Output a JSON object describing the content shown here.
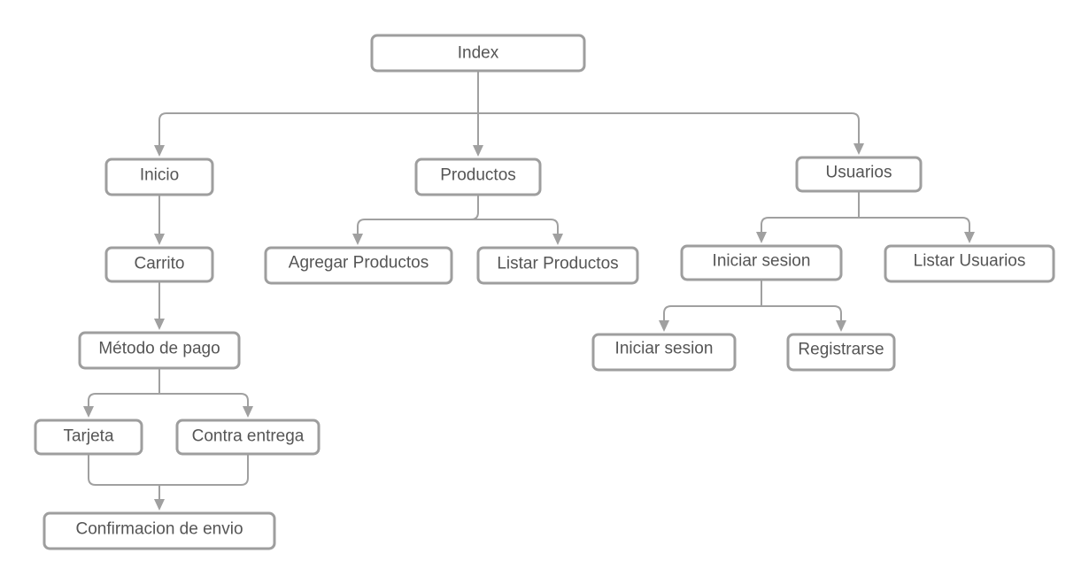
{
  "nodes": {
    "index": "Index",
    "inicio": "Inicio",
    "productos": "Productos",
    "usuarios": "Usuarios",
    "carrito": "Carrito",
    "metodo_pago": "Método de pago",
    "tarjeta": "Tarjeta",
    "contra_entrega": "Contra entrega",
    "confirmacion_envio": "Confirmacion de envio",
    "agregar_productos": "Agregar Productos",
    "listar_productos": "Listar Productos",
    "iniciar_sesion_group": "Iniciar sesion",
    "listar_usuarios": "Listar Usuarios",
    "iniciar_sesion": "Iniciar sesion",
    "registrarse": "Registrarse"
  },
  "colors": {
    "node_border": "#9e9e9e",
    "connector": "#a0a0a0",
    "text": "#555555",
    "background": "#ffffff"
  }
}
